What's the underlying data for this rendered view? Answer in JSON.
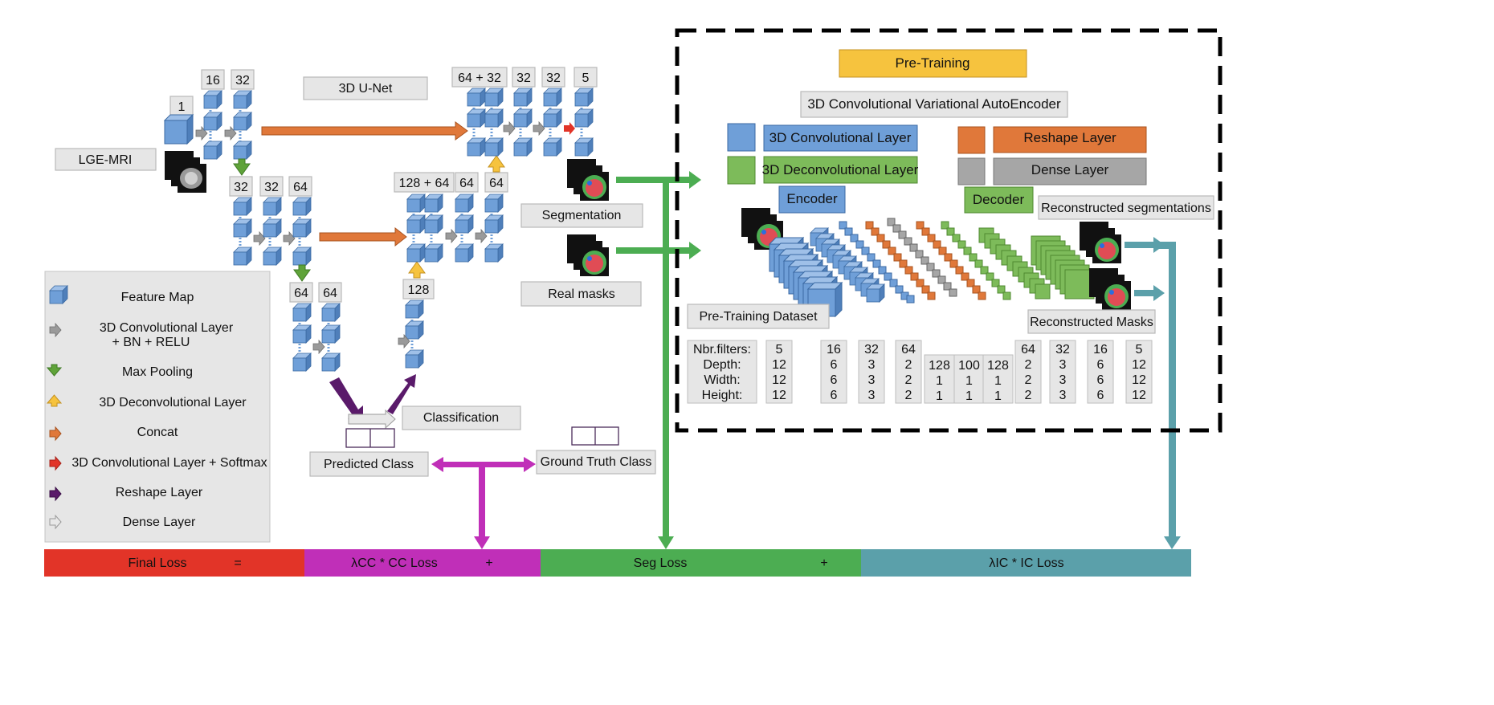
{
  "unet": {
    "title": "3D U-Net",
    "input_label": "LGE-MRI",
    "channels": {
      "in": "1",
      "e1a": "16",
      "e1b": "32",
      "e2a": "32",
      "e2b": "32",
      "e2c": "64",
      "e3a": "64",
      "e3b": "64",
      "d2_up": "128",
      "d2a": "128 + 64",
      "d2b": "64",
      "d2c": "64",
      "d1a": "64 + 32",
      "d1b": "32",
      "d1c": "32",
      "d1d": "5"
    },
    "segmentation_label": "Segmentation",
    "real_masks_label": "Real masks",
    "classification_label": "Classification",
    "predicted_class_label": "Predicted Class",
    "ground_truth_class_label": "Ground Truth Class"
  },
  "legend": [
    {
      "icon": "feature-map-cube",
      "label": "Feature Map"
    },
    {
      "icon": "gray-arrow",
      "color": "#8c8c8c",
      "label": "3D Convolutional Layer",
      "label2": "+ BN + RELU"
    },
    {
      "icon": "green-down-arrow",
      "color": "#5fa339",
      "label": "Max Pooling"
    },
    {
      "icon": "yellow-up-arrow",
      "color": "#f6c33e",
      "label": "3D Deconvolutional Layer"
    },
    {
      "icon": "orange-arrow",
      "color": "#e0783a",
      "label": "Concat"
    },
    {
      "icon": "red-arrow",
      "color": "#e23428",
      "label": "3D Convolutional Layer + Softmax"
    },
    {
      "icon": "purple-arrow",
      "color": "#5a1a6a",
      "label": "Reshape Layer"
    },
    {
      "icon": "light-gray-arrow",
      "color": "#d9d9d9",
      "label": "Dense Layer"
    }
  ],
  "vae": {
    "pretraining_label": "Pre-Training",
    "title": "3D Convolutional Variational AutoEncoder",
    "layer_legend": {
      "conv": "3D Convolutional Layer",
      "deconv": "3D Deconvolutional Layer",
      "reshape": "Reshape Layer",
      "dense": "Dense Layer"
    },
    "encoder_label": "Encoder",
    "decoder_label": "Decoder",
    "reconstructed_segmentations_label": "Reconstructed segmentations",
    "reconstructed_masks_label": "Reconstructed Masks",
    "pretraining_dataset_label": "Pre-Training Dataset",
    "row_labels": [
      "Nbr.filters:",
      "Depth:",
      "Width:",
      "Height:"
    ],
    "columns": [
      [
        "5",
        "12",
        "12",
        "12"
      ],
      [
        "16",
        "6",
        "6",
        "6"
      ],
      [
        "32",
        "3",
        "3",
        "3"
      ],
      [
        "64",
        "2",
        "2",
        "2"
      ],
      [
        "128",
        "1",
        "1"
      ],
      [
        "100",
        "1",
        "1"
      ],
      [
        "128",
        "1",
        "1"
      ],
      [
        "64",
        "2",
        "2",
        "2"
      ],
      [
        "32",
        "3",
        "3",
        "3"
      ],
      [
        "16",
        "6",
        "6",
        "6"
      ],
      [
        "5",
        "12",
        "12",
        "12"
      ]
    ]
  },
  "loss_bar": {
    "final": "Final Loss",
    "eq": "=",
    "cc": "λCC * CC Loss",
    "plus1": "+",
    "seg": "Seg Loss",
    "plus2": "+",
    "ic": "λIC * IC Loss",
    "colors": {
      "final": "#e23428",
      "cc": "#c02fb8",
      "seg": "#4cad52",
      "ic": "#5ba0aa"
    }
  },
  "colors": {
    "cube_face": "#6f9fd8",
    "cube_top": "#9fc0e8",
    "cube_side": "#4f7fba",
    "orange": "#e0783a",
    "green": "#5fa339",
    "gray": "#8c8c8c",
    "yellow": "#f6c33e",
    "red": "#e23428",
    "purple": "#5a1a6a",
    "seg_green": "#4cad52",
    "teal": "#5ba0aa",
    "magenta": "#c02fb8"
  }
}
